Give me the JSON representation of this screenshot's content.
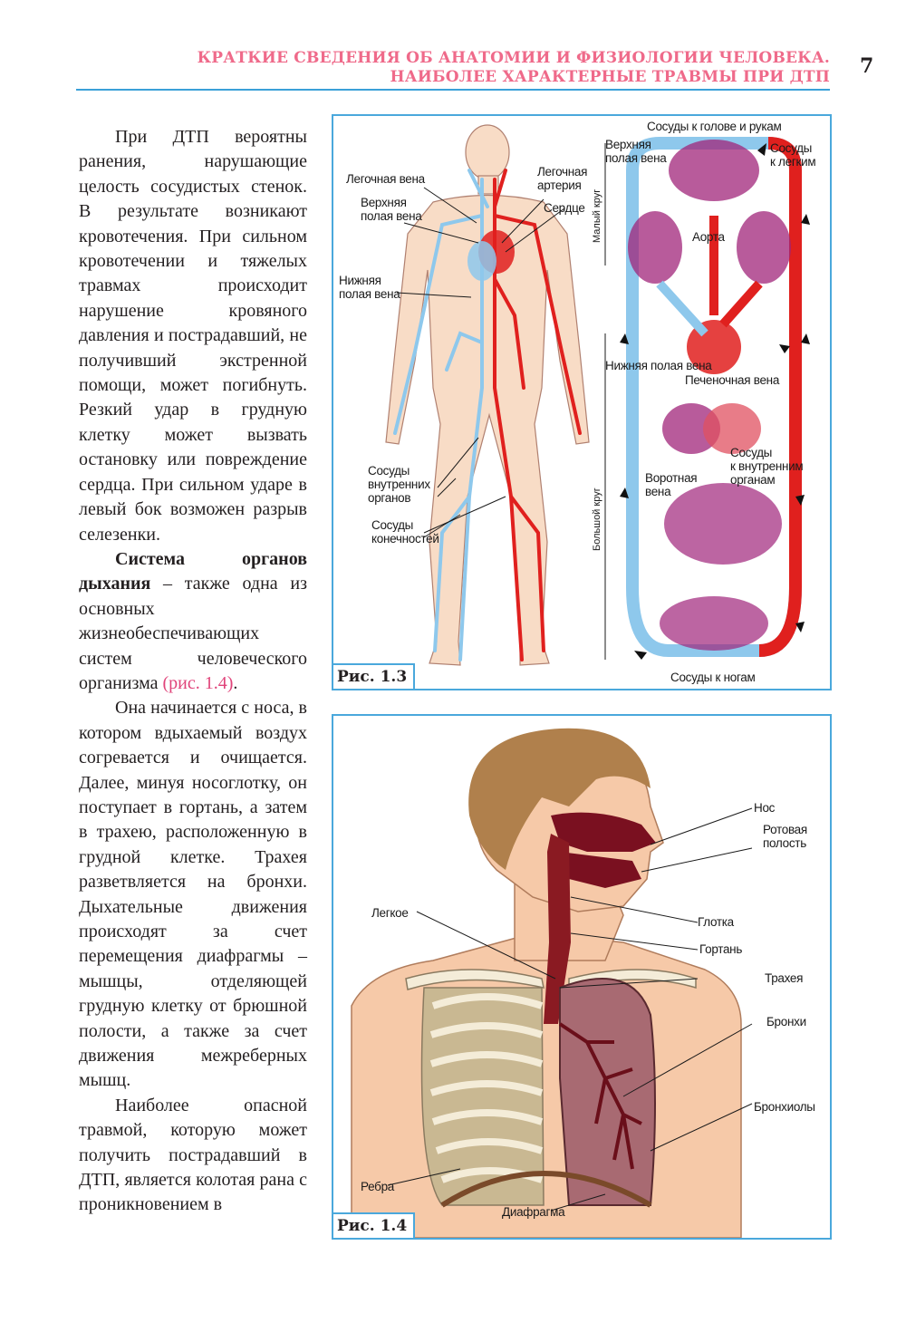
{
  "header": {
    "line1": "КРАТКИЕ СВЕДЕНИЯ ОБ АНАТОМИИ И ФИЗИОЛОГИИ ЧЕЛОВЕКА.",
    "line2": "НАИБОЛЕЕ ХАРАКТЕРНЫЕ ТРАВМЫ ПРИ ДТП",
    "page_number": "7"
  },
  "colors": {
    "header": "#ef6a8a",
    "rule": "#3aa0d8",
    "frame": "#4aa8dc",
    "link": "#e0447a",
    "vein": "#8ec8ec",
    "artery": "#e0201e",
    "capillary": "#a0247a"
  },
  "body": {
    "p1": "При ДТП вероятны ранения, нарушающие целость сосудистых стенок. В результате возникают кровотечения. При сильном кровотечении и тяжелых травмах происходит нарушение кровяного давления и пострадавший, не получивший экстренной помощи, может погибнуть. Резкий удар в грудную клетку может вызвать остановку или повреждение сердца. При сильном ударе в левый бок возможен разрыв селезенки.",
    "p2_lead": "Система органов дыхания",
    "p2_rest": " – также одна из основных жизнеобеспечивающих систем человеческого организма ",
    "p2_link": "(рис. 1.4)",
    "p2_end": ".",
    "p3": "Она начинается с носа, в котором вдыхаемый воздух согревается и очищается. Далее, минуя носоглотку, он поступает в гортань, а затем в трахею, расположенную в грудной клетке. Трахея разветвляется на бронхи. Дыхательные движения происходят за счет перемещения диафрагмы – мышцы, отделяющей грудную клетку от брюшной полости, а также за счет движения межреберных мышц.",
    "p4": "Наиболее опасной травмой, которую может получить пострадавший в ДТП, является колотая рана с проникновением в"
  },
  "fig13": {
    "label": "Рис. 1.3",
    "labels": {
      "pulmonary_vein": "Легочная вена",
      "superior_vena_cava": "Верхняя\nполая вена",
      "pulmonary_artery": "Легочная\nартерия",
      "heart": "Сердце",
      "inferior_vena_cava": "Нижняя\nполая вена",
      "internal_vessels": "Сосуды\nвнутренних\nорганов",
      "limb_vessels": "Сосуды\nконечностей",
      "head_arms": "Сосуды к голове и рукам",
      "r_superior_vena_cava": "Верхняя\nполая вена",
      "to_lungs": "Сосуды\nк легким",
      "aorta": "Аорта",
      "r_inferior_vena_cava": "Нижняя полая вена",
      "hepatic_vein": "Печеночная вена",
      "portal_vein": "Воротная\nвена",
      "to_internal_organs": "Сосуды\nк внутренним\nорганам",
      "to_legs": "Сосуды к ногам",
      "small_circle": "Малый круг",
      "big_circle": "Большой круг"
    }
  },
  "fig14": {
    "label": "Рис. 1.4",
    "labels": {
      "nose": "Нос",
      "mouth": "Ротовая\nполость",
      "lung": "Легкое",
      "pharynx": "Глотка",
      "larynx": "Гортань",
      "trachea": "Трахея",
      "bronchi": "Бронхи",
      "bronchioles": "Бронхиолы",
      "ribs": "Ребра",
      "diaphragm": "Диафрагма"
    }
  }
}
